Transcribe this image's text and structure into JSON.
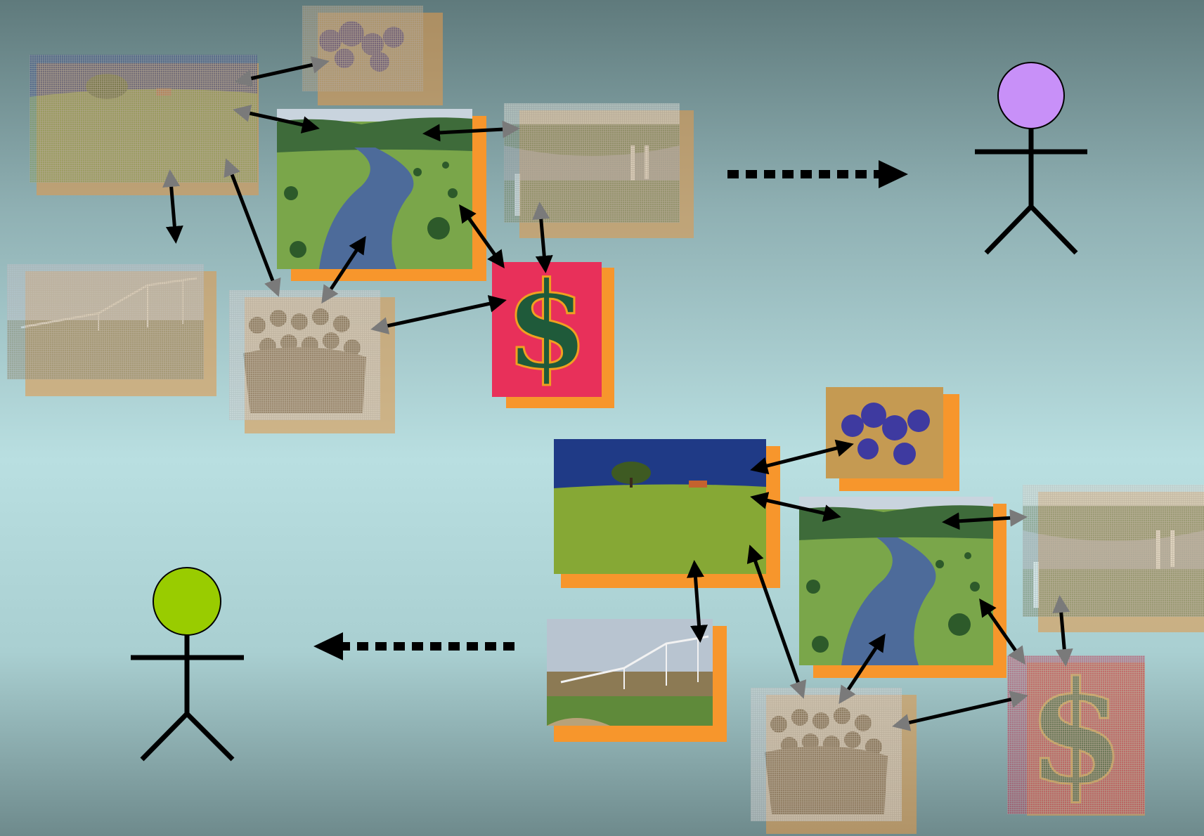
{
  "colors": {
    "frame_shadow": "#f7962c",
    "arrow": "#000000",
    "person_top_head": "#c890f8",
    "person_bottom_head": "#99cc00"
  },
  "icons": {
    "person_top": "stick-figure-icon",
    "person_bottom": "stick-figure-icon",
    "flow_right": "dashed-arrow-right-icon",
    "flow_left": "dashed-arrow-left-icon"
  },
  "panels": {
    "top": {
      "state": "faded",
      "highlighted": [
        "river",
        "dollar"
      ]
    },
    "bottom": {
      "state": "vivid",
      "highlighted": [
        "field",
        "grapes",
        "river",
        "irrigation"
      ]
    }
  }
}
